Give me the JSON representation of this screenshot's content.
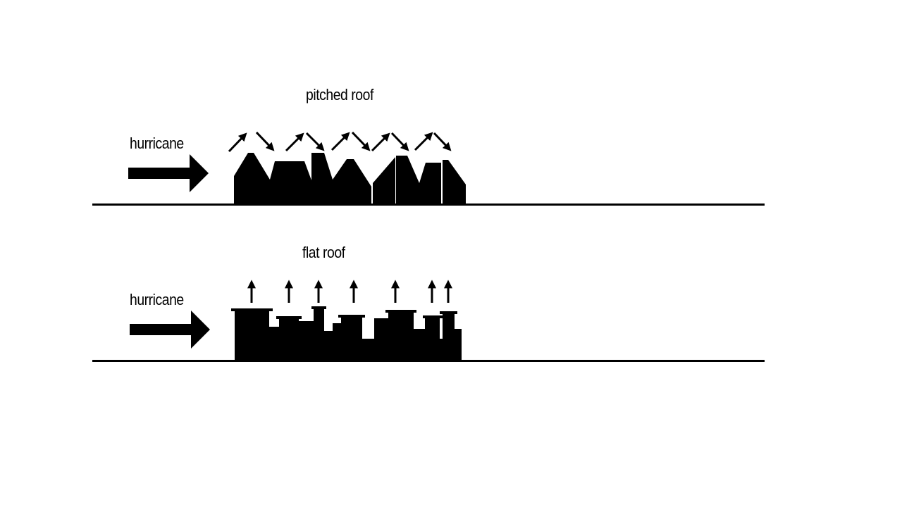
{
  "colors": {
    "ink": "#000000",
    "background": "#ffffff"
  },
  "diagrams": {
    "pitched": {
      "title": "pitched roof",
      "wind_label": "hurricane",
      "arrow_icon": "large-right-arrow",
      "roof_arrow_icons": [
        "arrow-up-right",
        "arrow-down-right"
      ]
    },
    "flat": {
      "title": "flat roof",
      "wind_label": "hurricane",
      "arrow_icon": "large-right-arrow",
      "roof_arrow_icon": "arrow-up"
    }
  }
}
